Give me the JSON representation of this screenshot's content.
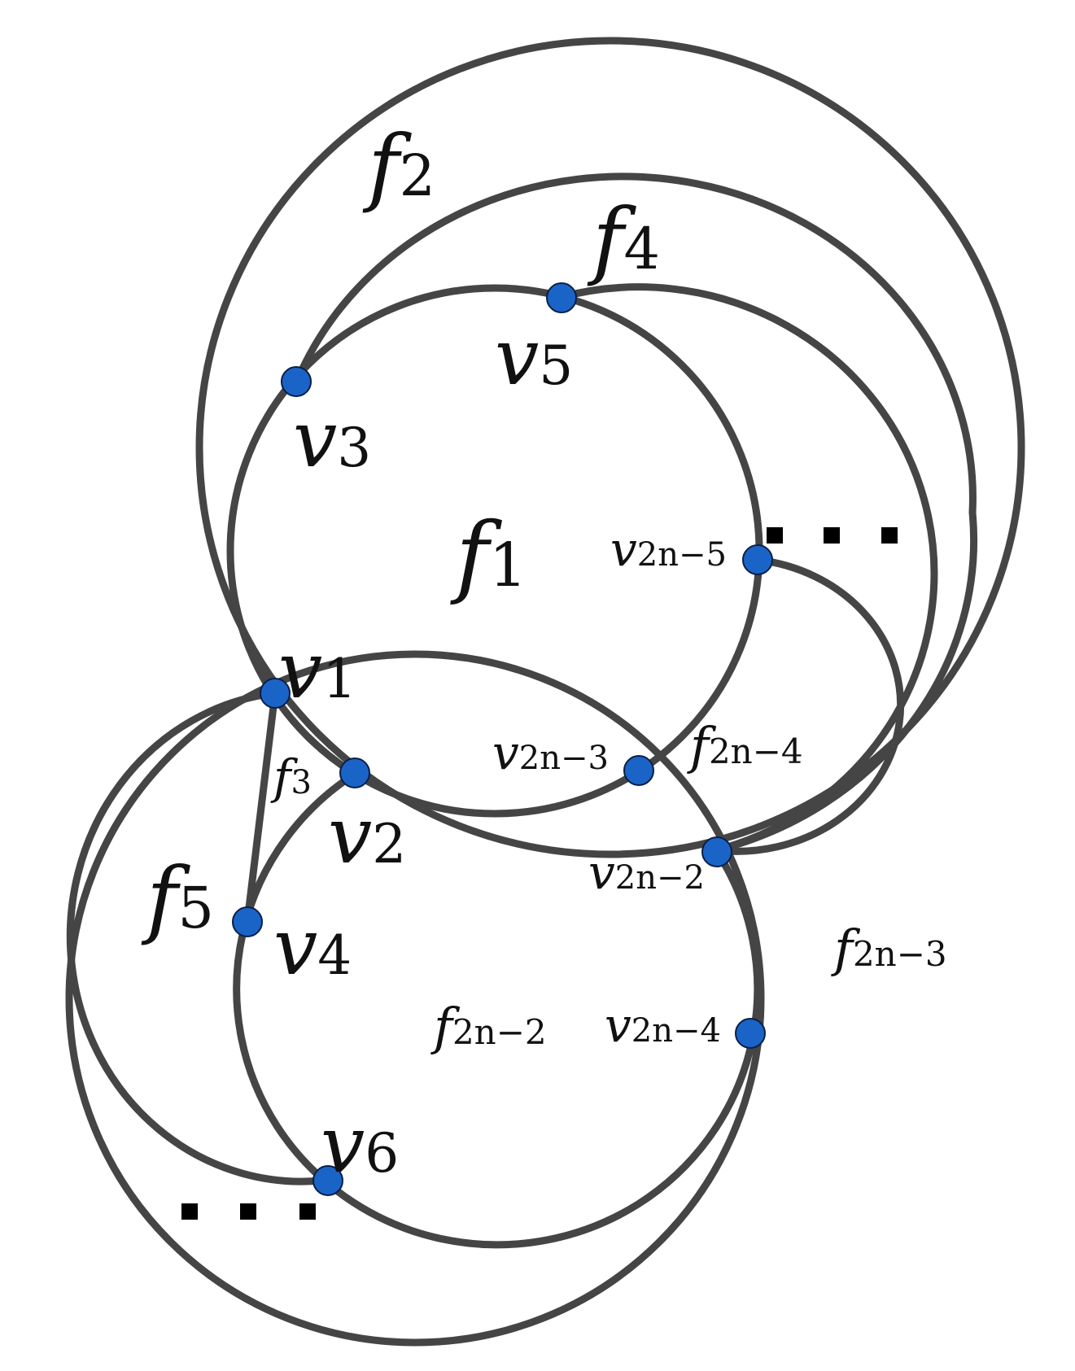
{
  "colors": {
    "edge": "#454545",
    "vertex_fill": "#1b64c7",
    "vertex_stroke": "#0a1f44",
    "text": "#111111",
    "dots": "#000000"
  },
  "vertices": [
    {
      "id": "v1",
      "base": "v",
      "sub": "1"
    },
    {
      "id": "v2",
      "base": "v",
      "sub": "2"
    },
    {
      "id": "v3",
      "base": "v",
      "sub": "3"
    },
    {
      "id": "v4",
      "base": "v",
      "sub": "4"
    },
    {
      "id": "v5",
      "base": "v",
      "sub": "5"
    },
    {
      "id": "v6",
      "base": "v",
      "sub": "6"
    },
    {
      "id": "v2n-5",
      "base": "v",
      "sub": "2n−5"
    },
    {
      "id": "v2n-3",
      "base": "v",
      "sub": "2n−3"
    },
    {
      "id": "v2n-2",
      "base": "v",
      "sub": "2n−2"
    },
    {
      "id": "v2n-4",
      "base": "v",
      "sub": "2n−4"
    }
  ],
  "faces": [
    {
      "id": "f1",
      "base": "f",
      "sub": "1"
    },
    {
      "id": "f2",
      "base": "f",
      "sub": "2"
    },
    {
      "id": "f3",
      "base": "f",
      "sub": "3"
    },
    {
      "id": "f4",
      "base": "f",
      "sub": "4"
    },
    {
      "id": "f5",
      "base": "f",
      "sub": "5"
    },
    {
      "id": "f2n-4",
      "base": "f",
      "sub": "2n−4"
    },
    {
      "id": "f2n-3",
      "base": "f",
      "sub": "2n−3"
    },
    {
      "id": "f2n-2",
      "base": "f",
      "sub": "2n−2"
    }
  ]
}
